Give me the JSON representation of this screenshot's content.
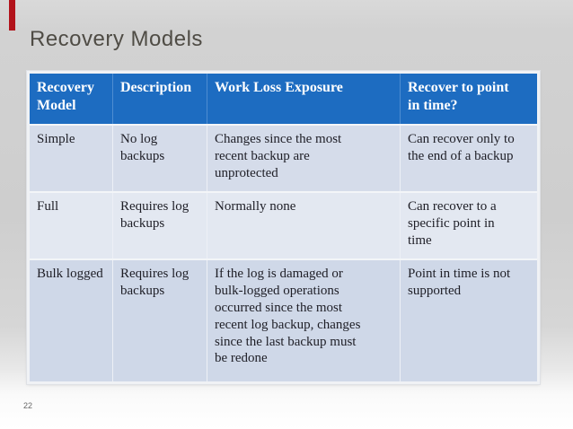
{
  "slide": {
    "title": "Recovery Models",
    "page_number": "22"
  },
  "colors": {
    "accent_bar_red": "#b2121a",
    "table_header_blue": "#1d6cc1",
    "row_simple_bg": "#d5dcea",
    "row_full_bg": "#e3e8f1",
    "row_bulk_logged_bg": "#cfd8e8",
    "title_gray": "#4f4c45",
    "background_gray": "#cecece"
  },
  "table": {
    "headers": [
      "Recovery\nModel",
      "Description",
      "Work Loss Exposure",
      "Recover to point\nin time?"
    ],
    "rows": [
      {
        "cells": [
          "Simple",
          "No log\nbackups",
          "Changes since the most\nrecent backup are\nunprotected",
          "Can recover only to\nthe end of a backup"
        ]
      },
      {
        "cells": [
          "Full",
          "Requires log\nbackups",
          "Normally none",
          "Can recover to a\nspecific point in\ntime"
        ]
      },
      {
        "cells": [
          "Bulk logged",
          "Requires log\nbackups",
          "If the log is damaged or\nbulk-logged operations\noccurred since the most\nrecent log backup, changes\nsince the last backup must\nbe redone",
          "Point in time is not\nsupported"
        ]
      }
    ]
  }
}
